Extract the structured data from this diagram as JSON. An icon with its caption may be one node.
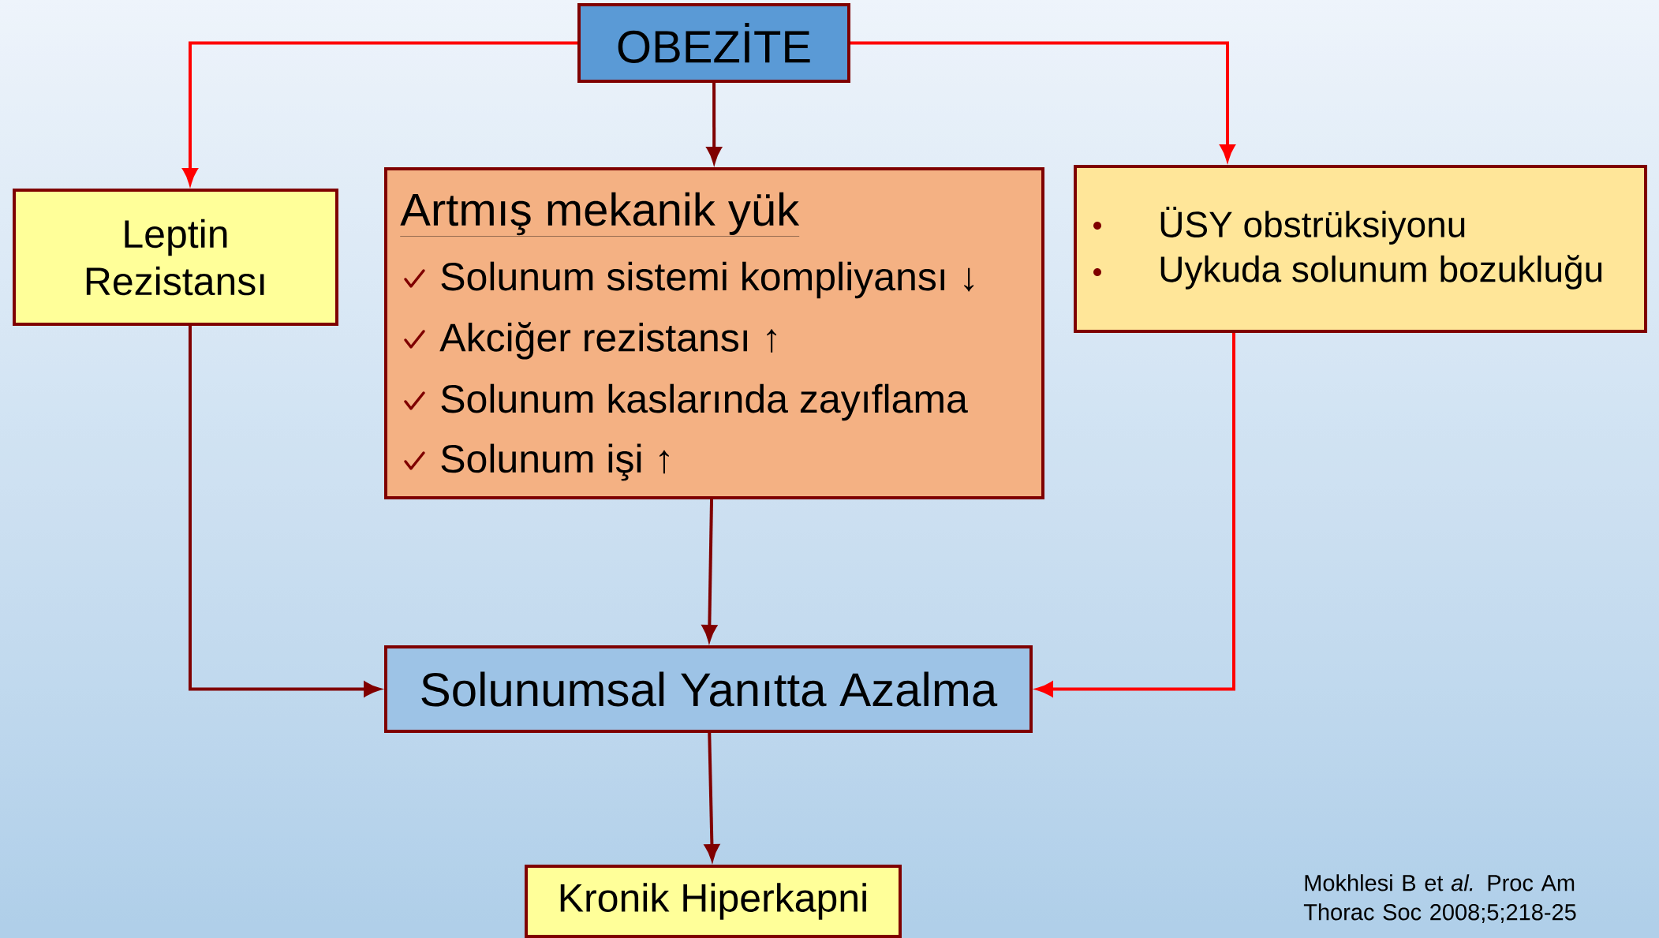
{
  "diagram": {
    "nodes": [
      {
        "text": [
          "OBEZİTE"
        ]
      },
      {
        "text": [
          "Leptin Rezistansı"
        ]
      },
      {
        "text": [
          "Artmış mekanik yük",
          "Solunum sistemi kompliyansı ↓",
          "Akciğer rezistansı ↑",
          "Solunum kaslarında zayıflama",
          "Solunum işi ↑"
        ]
      },
      {
        "text": [
          "ÜSY obstrüksiyonu",
          "Uykuda solunum bozukluğu"
        ]
      },
      {
        "text": [
          "Solunumsal Yanıtta Azalma"
        ]
      },
      {
        "text": [
          "Kronik Hiperkapni"
        ]
      }
    ],
    "edges": [
      {
        "from": 0,
        "to": 1,
        "arrow": "to",
        "color": "#ff0000"
      },
      {
        "from": 0,
        "to": 2,
        "arrow": "to"
      },
      {
        "from": 0,
        "to": 3,
        "arrow": "to",
        "color": "#ff0000"
      },
      {
        "from": 1,
        "to": 4,
        "arrow": "to"
      },
      {
        "from": 2,
        "to": 4,
        "arrow": "to"
      },
      {
        "from": 3,
        "to": 4,
        "arrow": "to",
        "color": "#ff0000"
      },
      {
        "from": 4,
        "to": 5,
        "arrow": "to"
      }
    ],
    "labels": [
      "Mokhlesi B et *al.* Proc Am Thorac Soc 2008;5;218-25"
    ]
  }
}
